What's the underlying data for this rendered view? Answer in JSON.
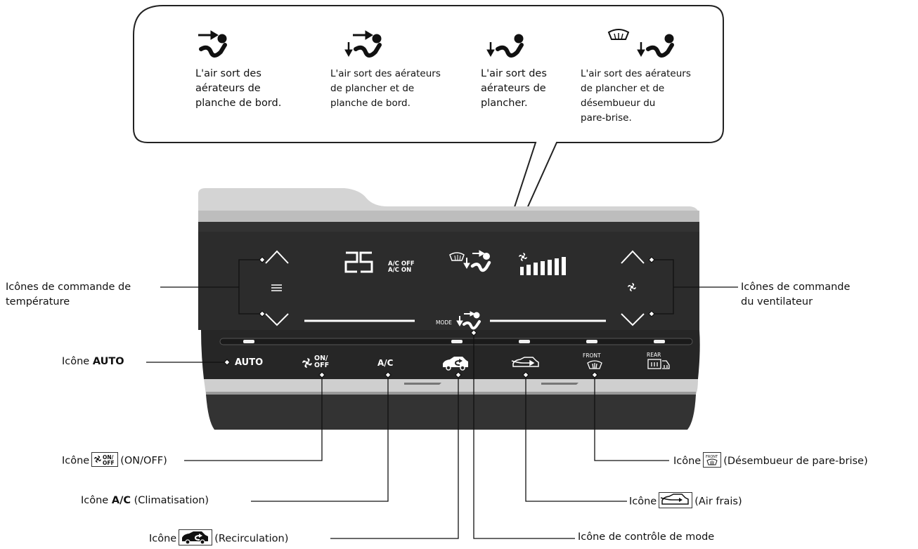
{
  "modes": [
    {
      "id": "dash",
      "text": "L'air sort des\naérateurs de\nplanche de bord."
    },
    {
      "id": "floor-dash",
      "text": "L'air sort des aérateurs\nde plancher et de\nplanche de bord."
    },
    {
      "id": "floor",
      "text": "L'air sort des\naérateurs de\nplancher."
    },
    {
      "id": "floor-defrost",
      "text": "L'air sort des aérateurs\nde plancher et de\ndésembueur du\npare-brise."
    }
  ],
  "panel": {
    "temp_display": "25",
    "ac_off": "A/C OFF",
    "ac_on": "A/C ON",
    "mode_small": "MODE",
    "auto_label": "AUTO",
    "fan_on": "ON/",
    "fan_off": "OFF",
    "ac_label": "A/C",
    "front_label": "FRONT",
    "rear_label": "REAR"
  },
  "labels": {
    "temp_line1": "Icônes de commande de",
    "temp_line2": "température",
    "fan_line1": "Icônes de commande",
    "fan_line2": "du ventilateur",
    "auto_prefix": "Icône ",
    "auto_bold": "AUTO",
    "onoff_prefix": "Icône",
    "onoff_suffix": "(ON/OFF)",
    "ac_prefix": "Icône ",
    "ac_bold": "A/C",
    "ac_suffix": " (Climatisation)",
    "recirc_prefix": "Icône",
    "recirc_suffix": "(Recirculation)",
    "defrost_prefix": "Icône",
    "defrost_suffix": "(Désembueur de pare-brise)",
    "fresh_prefix": "Icône",
    "fresh_suffix": "(Air frais)",
    "mode_control": "Icône de contrôle de mode"
  },
  "colors": {
    "panel_dark": "#2a2a2a",
    "panel_mid": "#3b3b3b",
    "lcd_white": "#ffffff",
    "bezel_light": "#d9d9d9"
  }
}
